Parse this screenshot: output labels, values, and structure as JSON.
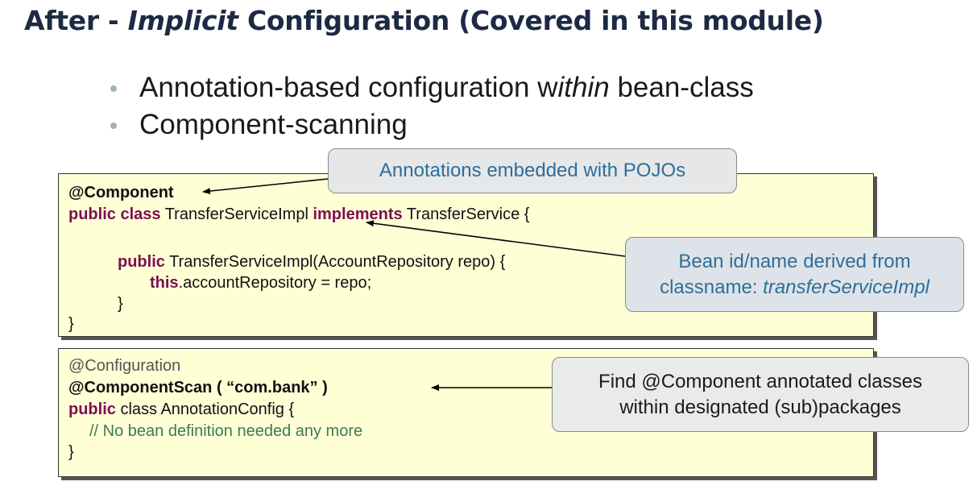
{
  "title": {
    "prefix": "After - ",
    "italic": "Implicit",
    "suffix": " Configuration (Covered in this module)"
  },
  "bullets": [
    {
      "before": "Annotation-based configuration w",
      "italic": "ithin",
      "after": " bean-class"
    },
    {
      "before": "Component-scanning",
      "italic": "",
      "after": ""
    }
  ],
  "code1": {
    "annotation": "@Component",
    "line2_kw1": "public class",
    "line2_name": " TransferServiceImpl ",
    "line2_kw2": "implements",
    "line2_rest": " TransferService {",
    "line3_kw": "public",
    "line3_rest": " TransferServiceImpl(AccountRepository repo) {",
    "line4_kw": "this",
    "line4_rest": ".accountRepository = repo;",
    "close_inner": "}",
    "close_outer": "}"
  },
  "code2": {
    "annotation": "@Configuration",
    "scan": "@ComponentScan ( “com.bank” )",
    "line3_kw": "public",
    "line3_rest": " class AnnotationConfig {",
    "comment": "// No bean definition needed any more",
    "close": "}"
  },
  "callouts": {
    "embedded": "Annotations embedded with POJOs",
    "bean_id_line1": "Bean id/name derived from",
    "bean_id_line2_prefix": "classname: ",
    "bean_id_line2_italic": "transferServiceImpl",
    "find_line1": "Find @Component annotated classes",
    "find_line2": "within designated (sub)packages"
  },
  "colors": {
    "title": "#1d2a44",
    "keyword": "#7b0f52",
    "code_background": "#ffffd6",
    "callout_text_blue": "#2e6e9a",
    "comment": "#3b7a57"
  }
}
